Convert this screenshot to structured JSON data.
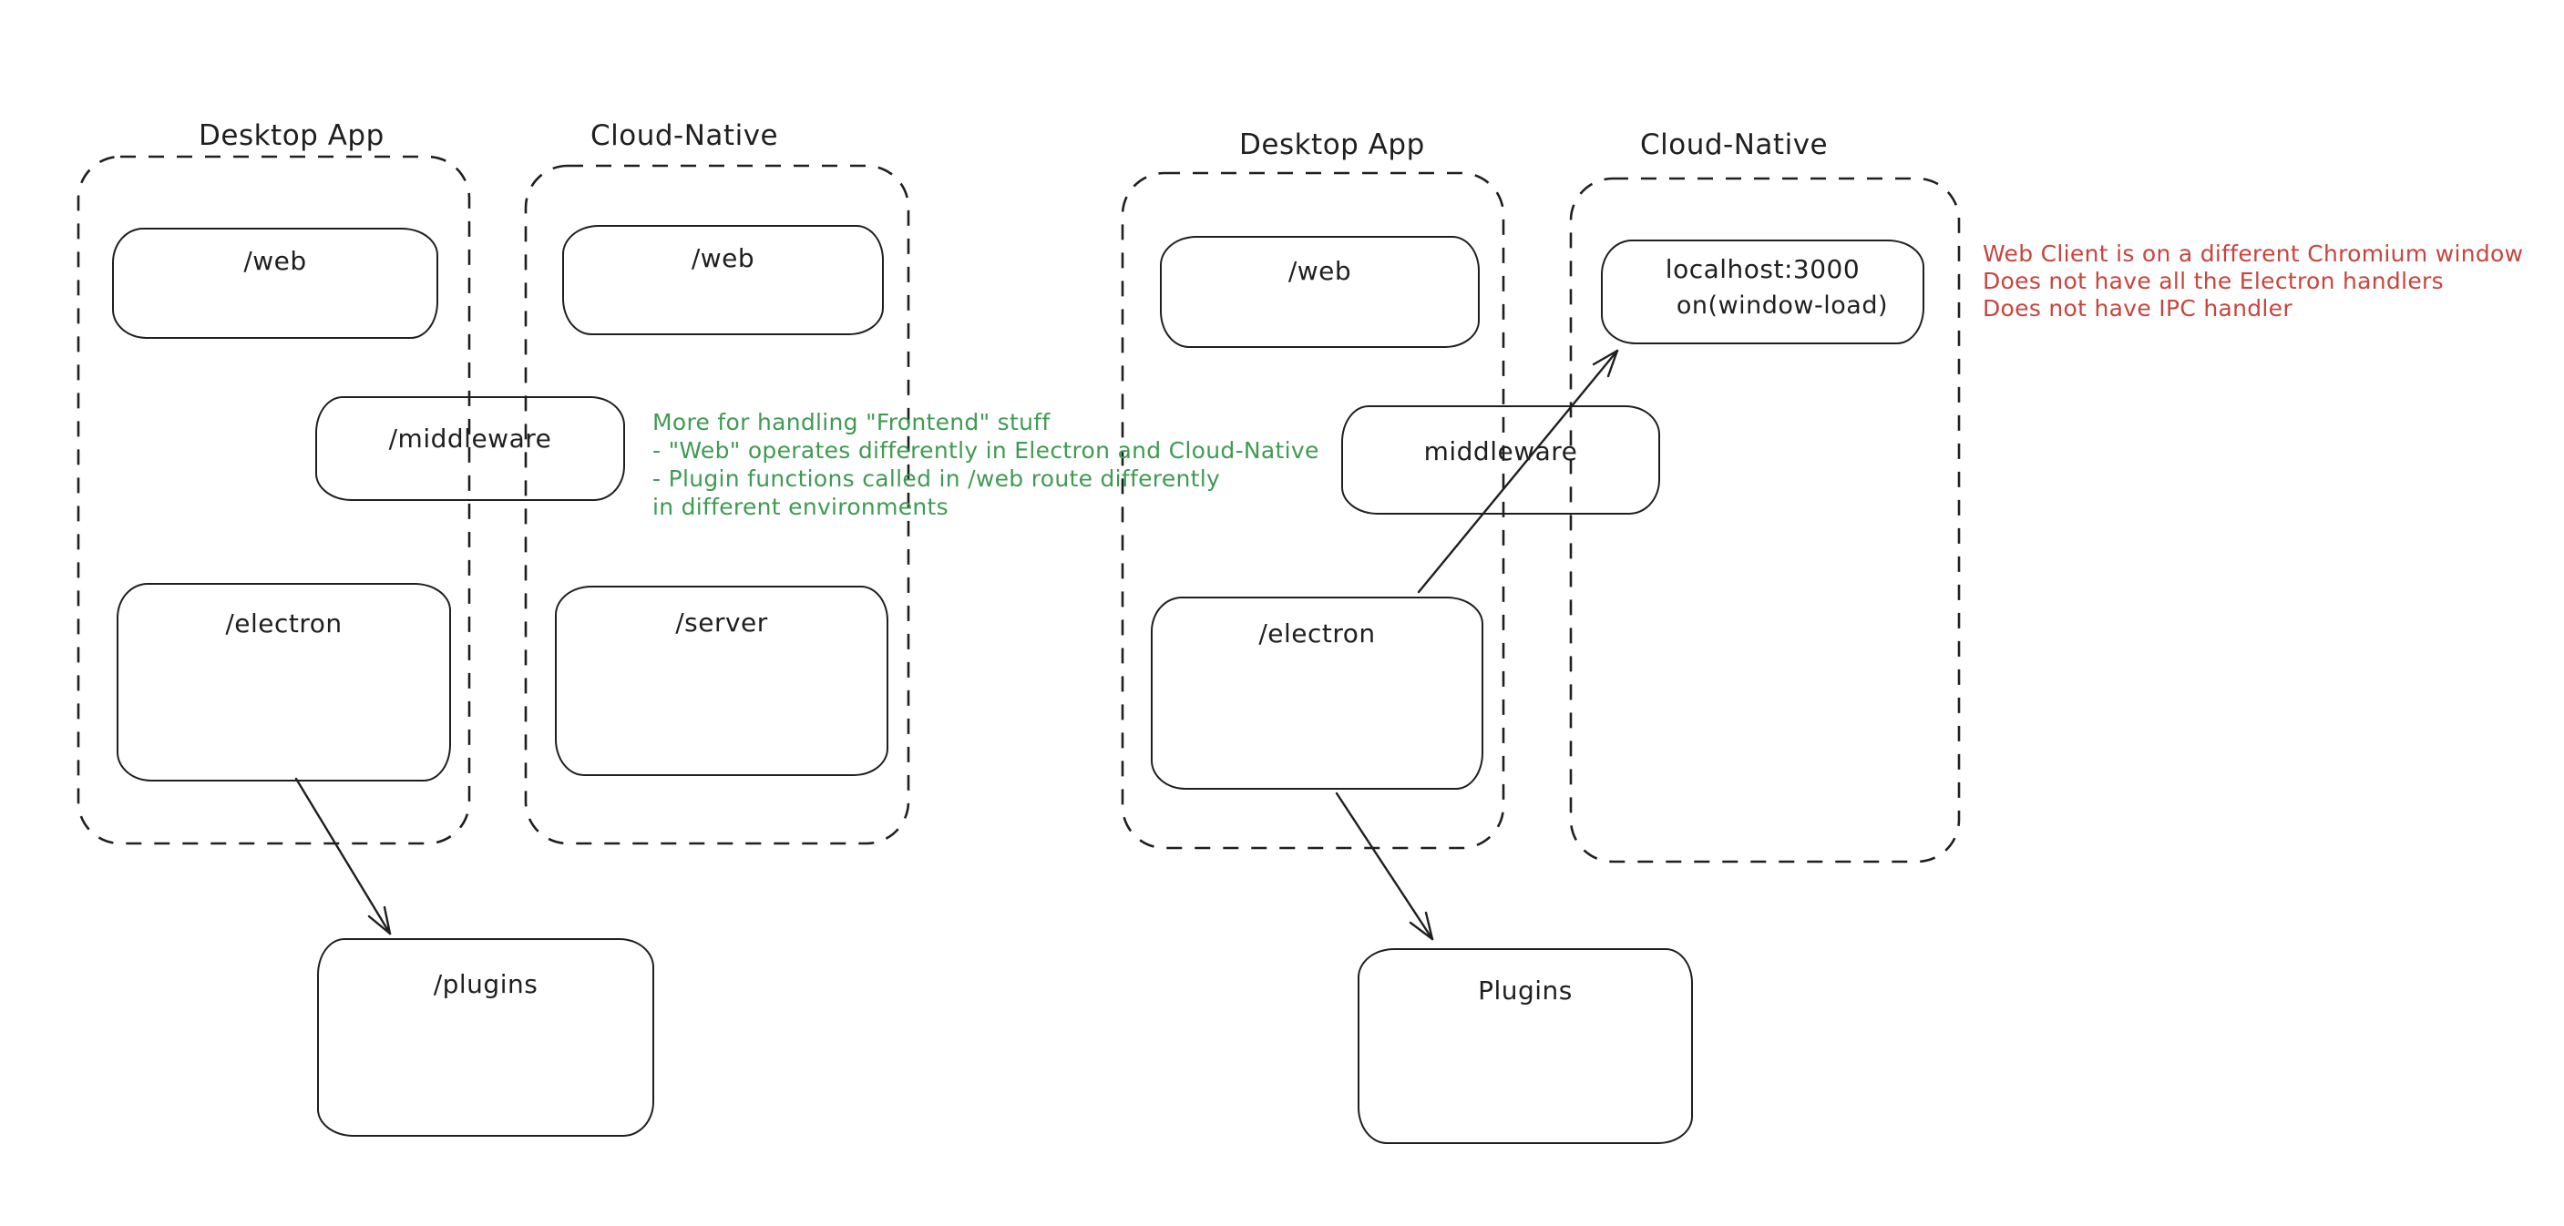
{
  "canvas": {
    "background": "#ffffff",
    "ink": "#1f1f1f",
    "green": "#3f9b52",
    "red": "#c9443c"
  },
  "left_diagram": {
    "desktop_label": "Desktop App",
    "cloud_label": "Cloud-Native",
    "web_desktop": "/web",
    "web_cloud": "/web",
    "middleware": "/middleware",
    "electron": "/electron",
    "server": "/server",
    "plugins": "/plugins",
    "green_note": {
      "lines": [
        "More for handling \"Frontend\" stuff",
        "- \"Web\" operates differently in Electron and Cloud-Native",
        "- Plugin functions called in /web route differently",
        "in different environments"
      ]
    }
  },
  "right_diagram": {
    "desktop_label": "Desktop App",
    "cloud_label": "Cloud-Native",
    "web": "/web",
    "localhost": "localhost:3000",
    "localhost_event": "on(window-load)",
    "middleware": "middleware",
    "electron": "/electron",
    "plugins": "Plugins",
    "red_note": {
      "lines": [
        "Web Client is on a different Chromium window",
        "Does not have all the Electron handlers",
        "Does not have IPC handler"
      ]
    }
  }
}
